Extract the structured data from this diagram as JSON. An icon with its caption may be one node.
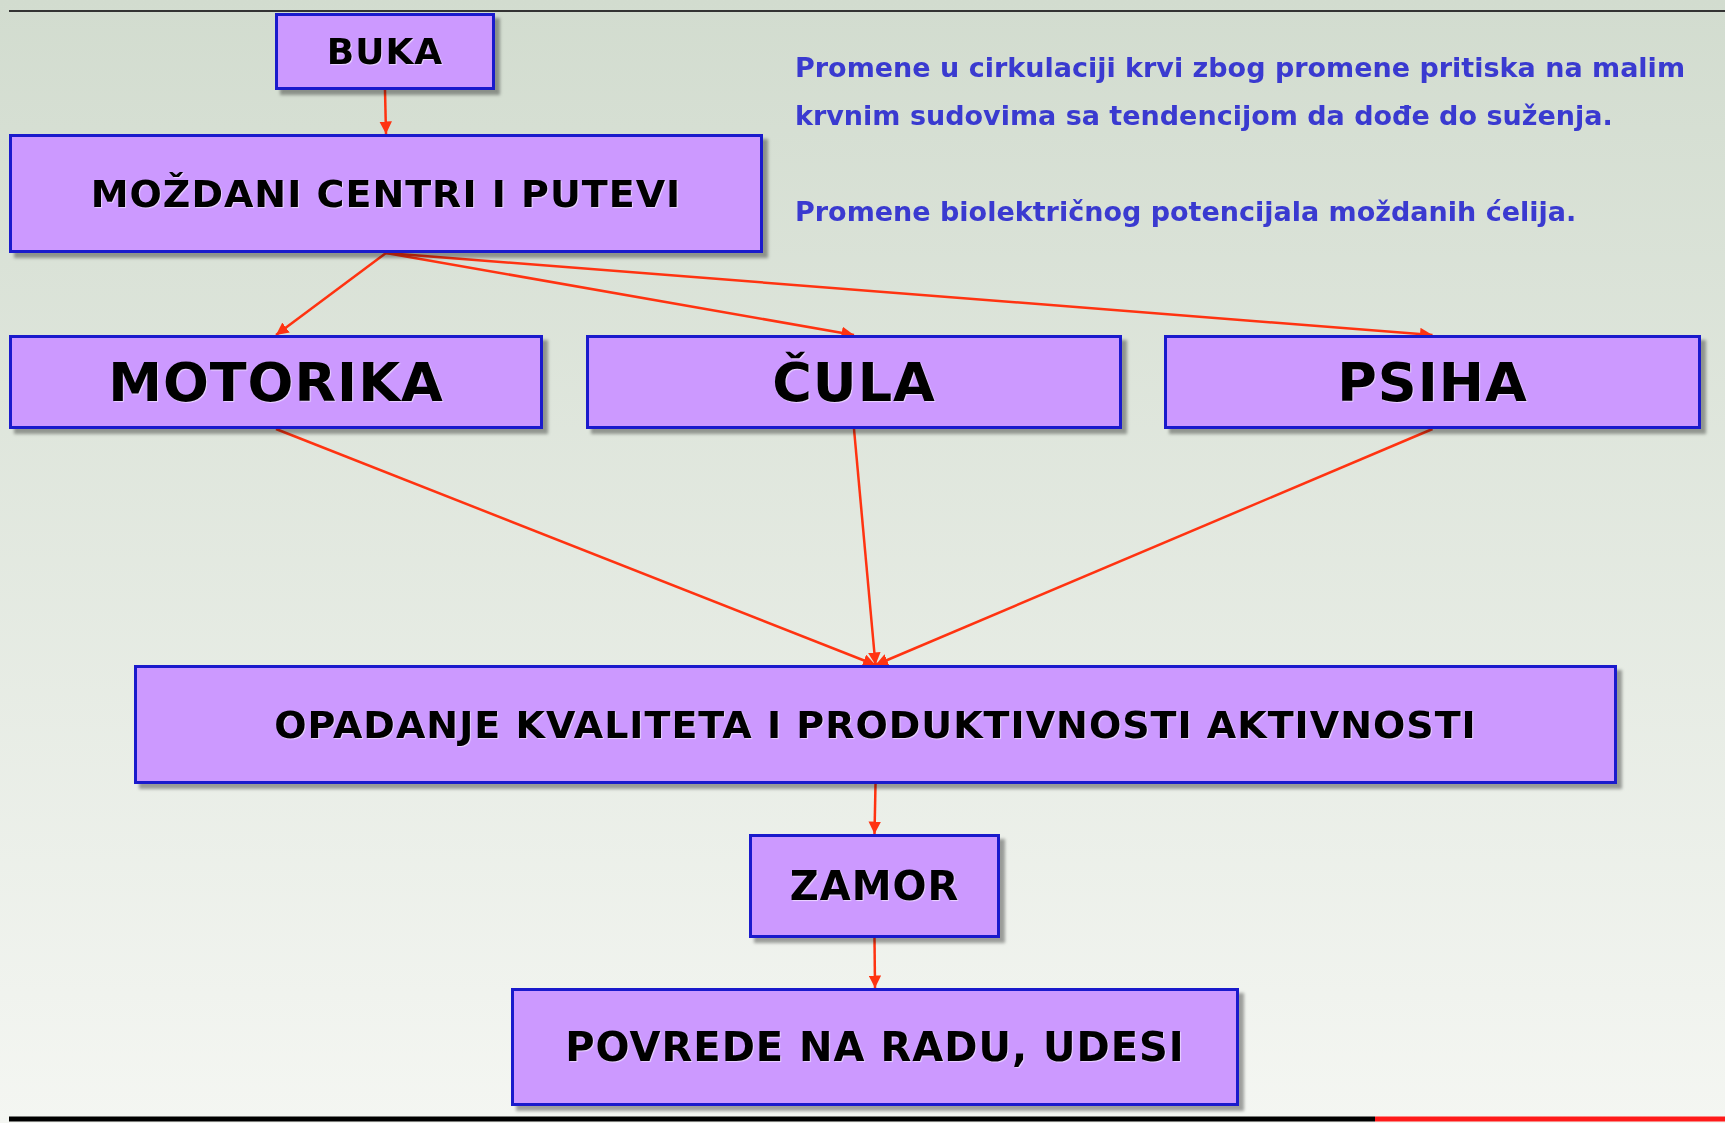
{
  "diagram": {
    "nodes": [
      {
        "text": [
          "BUKA"
        ]
      },
      {
        "text": [
          "MOŽDANI CENTRI I PUTEVI"
        ]
      },
      {
        "text": [
          "MOTORIKA"
        ]
      },
      {
        "text": [
          "ČULA"
        ]
      },
      {
        "text": [
          "PSIHA"
        ]
      },
      {
        "text": [
          "OPADANJE KVALITETA I PRODUKTIVNOSTI AKTIVNOSTI"
        ]
      },
      {
        "text": [
          "ZAMOR"
        ]
      },
      {
        "text": [
          "POVREDE NA RADU, UDESI"
        ]
      }
    ],
    "edges": [
      {
        "from": 0,
        "to": 1,
        "arrow": "to"
      },
      {
        "from": 1,
        "to": 2,
        "arrow": "to"
      },
      {
        "from": 1,
        "to": 3,
        "arrow": "to"
      },
      {
        "from": 1,
        "to": 4,
        "arrow": "to"
      },
      {
        "from": 2,
        "to": 5,
        "arrow": "to"
      },
      {
        "from": 3,
        "to": 5,
        "arrow": "to"
      },
      {
        "from": 4,
        "to": 5,
        "arrow": "to"
      },
      {
        "from": 5,
        "to": 6,
        "arrow": "to"
      },
      {
        "from": 6,
        "to": 7,
        "arrow": "to"
      }
    ],
    "labels": [
      "Promene u cirkulaciji krvi zbog promene pritiska na malim krvnim sudovima  sa tendencijom da dođe do suženja.",
      "Promene biolektričnog potencijala moždanih ćelija."
    ]
  }
}
